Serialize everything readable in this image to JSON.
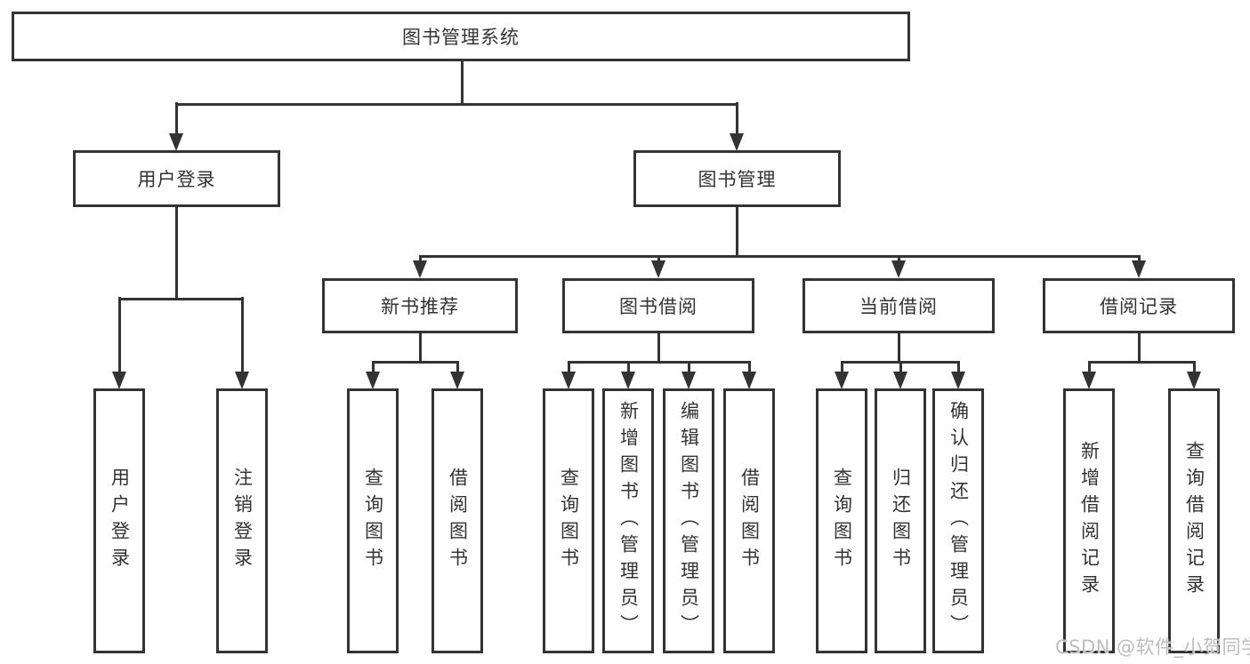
{
  "title": "图书管理系统",
  "watermark": {
    "text": "CSDN @软件_小贺同学"
  },
  "colors": {
    "line": "#333333",
    "text": "#333333",
    "background": "#ffffff",
    "watermark": "#bdbdbd"
  },
  "tree": {
    "root": {
      "label": "图书管理系统",
      "children": [
        {
          "label": "用户登录",
          "children": [
            {
              "label": "用户登录"
            },
            {
              "label": "注销登录"
            }
          ]
        },
        {
          "label": "图书管理",
          "children": [
            {
              "label": "新书推荐",
              "children": [
                {
                  "label": "查询图书"
                },
                {
                  "label": "借阅图书"
                }
              ]
            },
            {
              "label": "图书借阅",
              "children": [
                {
                  "label": "查询图书"
                },
                {
                  "label": "新增图书（管理员）"
                },
                {
                  "label": "编辑图书（管理员）"
                },
                {
                  "label": "借阅图书"
                }
              ]
            },
            {
              "label": "当前借阅",
              "children": [
                {
                  "label": "查询图书"
                },
                {
                  "label": "归还图书"
                },
                {
                  "label": "确认归还（管理员）"
                }
              ]
            },
            {
              "label": "借阅记录",
              "children": [
                {
                  "label": "新增借阅记录"
                },
                {
                  "label": "查询借阅记录"
                }
              ]
            }
          ]
        }
      ]
    }
  }
}
